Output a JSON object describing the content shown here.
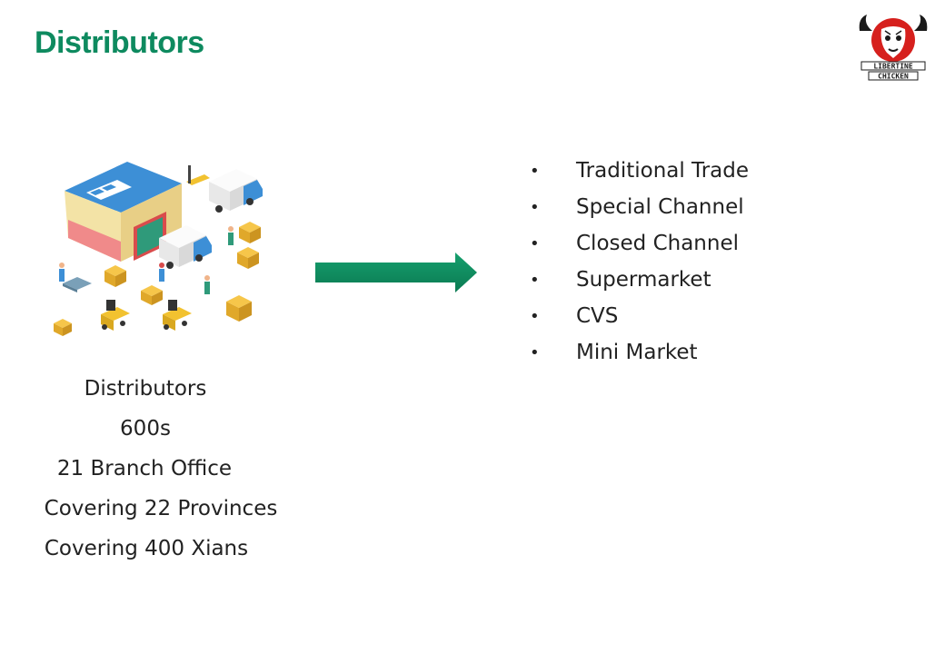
{
  "slide": {
    "title": "Distributors"
  },
  "logo": {
    "text_line1": "LIBERTINE",
    "text_line2": "CHICKEN",
    "accent_color": "#d6201d"
  },
  "illustration": {
    "description_icon": "warehouse-logistics-icon"
  },
  "stats": {
    "lines": [
      "Distributors",
      "600s",
      "21 Branch Office",
      "Covering 22 Provinces",
      "Covering 400 Xians"
    ]
  },
  "arrow": {
    "icon": "right-arrow-icon",
    "color": "#0e8a5f"
  },
  "channels": {
    "bullet": "•",
    "items": [
      "Traditional Trade",
      "Special Channel",
      "Closed Channel",
      "Supermarket",
      "CVS",
      "Mini Market"
    ]
  },
  "colors": {
    "title": "#0e8a5f",
    "text": "#222222"
  }
}
